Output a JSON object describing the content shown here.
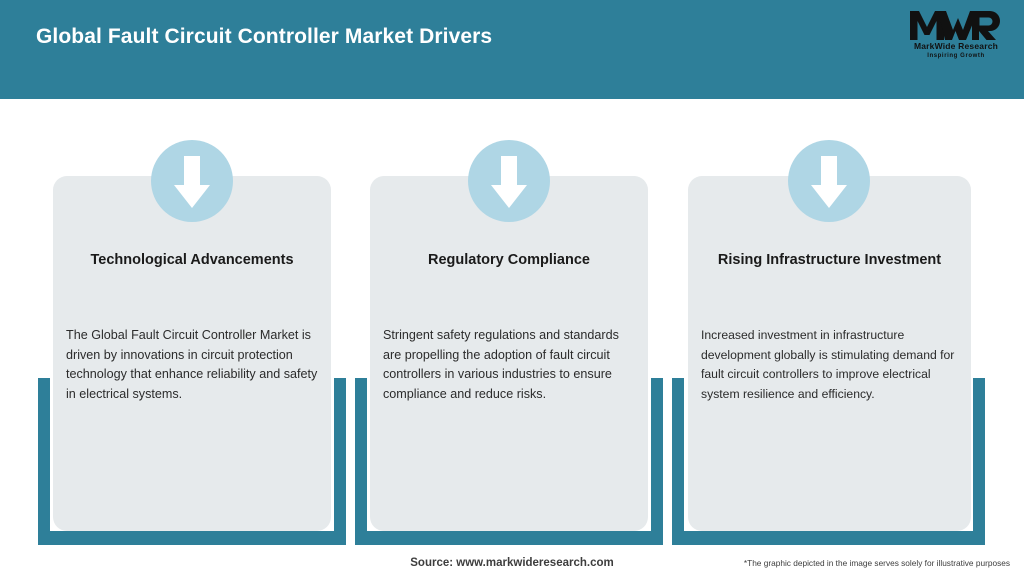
{
  "header": {
    "title": "Global Fault Circuit Controller Market Drivers",
    "background_color": "#2E7F99",
    "title_color": "#FFFFFF"
  },
  "logo": {
    "mark_text": "MWR",
    "name": "MarkWide Research",
    "tagline": "Inspiring Growth"
  },
  "theme": {
    "accent_teal": "#2E7F99",
    "card_background": "#E6EAEC",
    "icon_bubble": "#AFD6E5",
    "arrow_color": "#FFFFFF",
    "page_background": "#FFFFFF"
  },
  "cards": [
    {
      "icon": "arrow-down-icon",
      "heading": "Technological Advancements",
      "body": "The Global Fault Circuit Controller Market is driven by innovations in circuit protection technology that enhance reliability and safety in electrical systems."
    },
    {
      "icon": "arrow-down-icon",
      "heading": "Regulatory Compliance",
      "body": "Stringent safety regulations and standards are propelling the adoption of fault circuit controllers in various industries to ensure compliance and reduce risks."
    },
    {
      "icon": "arrow-down-icon",
      "heading": "Rising Infrastructure Investment",
      "body": "Increased investment in infrastructure development globally is stimulating demand for fault circuit controllers to improve electrical system resilience and efficiency."
    }
  ],
  "footer": {
    "source": "Source: www.markwideresearch.com",
    "disclaimer": "*The graphic depicted in the image serves solely for illustrative purposes"
  }
}
